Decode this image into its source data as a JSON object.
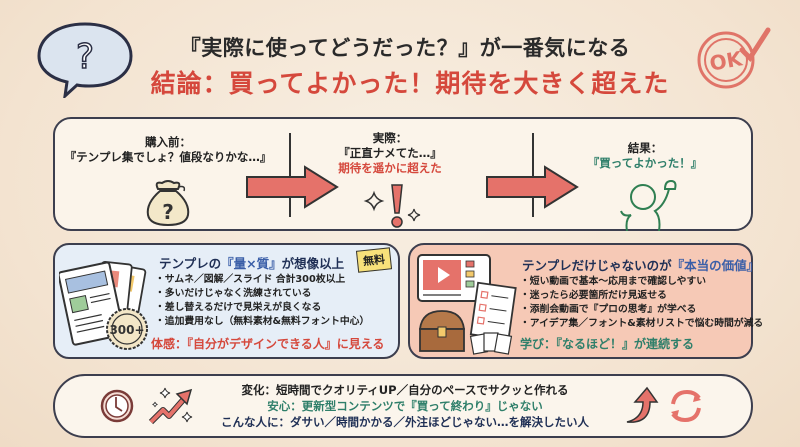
{
  "header": {
    "question_mark": "?",
    "title_line1": "『実際に使ってどうだった？』が一番気になる",
    "title_line2": "結論：買ってよかった！期待を大きく超えた",
    "stamp_text": "OK",
    "accent_color": "#d5483c"
  },
  "flow": {
    "steps": [
      {
        "label": "購入前：",
        "quote": "『テンプレ集でしょ？値段なりかな…』",
        "icon": "money-bag-question-icon",
        "bag_mark": "?"
      },
      {
        "label": "実際：",
        "quote": "『正直ナメてた…』",
        "highlight": "期待を遥かに超えた",
        "icon": "exclamation-icon",
        "mark": "!"
      },
      {
        "label": "結果：",
        "quote": "『買ってよかった！』",
        "icon": "cheering-person-icon"
      }
    ]
  },
  "cards": {
    "left": {
      "title_prefix": "テンプレの",
      "title_highlight": "『量×質』",
      "title_suffix": "が想像以上",
      "badge": "無料",
      "seal": "300+",
      "items": [
        "サムネ／図解／スライド 合計300枚以上",
        "多いだけじゃなく洗練されている",
        "差し替えるだけで見栄えが良くなる",
        "追加費用なし（無料素材&無料フォント中心）"
      ],
      "footer": "体感：『自分がデザインできる人』に見える"
    },
    "right": {
      "title_prefix": "テンプレだけじゃないのが",
      "title_highlight": "『本当の価値』",
      "items": [
        "短い動画で基本〜応用まで確認しやすい",
        "迷ったら必要箇所だけ見返せる",
        "添削会動画で『プロの思考』が学べる",
        "アイデア集／フォント&素材リストで悩む時間が減る"
      ],
      "footer": "学び：『なるほど！』が連続する"
    }
  },
  "bottom": {
    "line1": "変化：短時間でクオリティUP／自分のペースでサクッと作れる",
    "line2": "安心：更新型コンテンツで『買って終わり』じゃない",
    "line3": "こんな人に：ダサい／時間かかる／外注ほどじゃない…を解決したい人"
  }
}
